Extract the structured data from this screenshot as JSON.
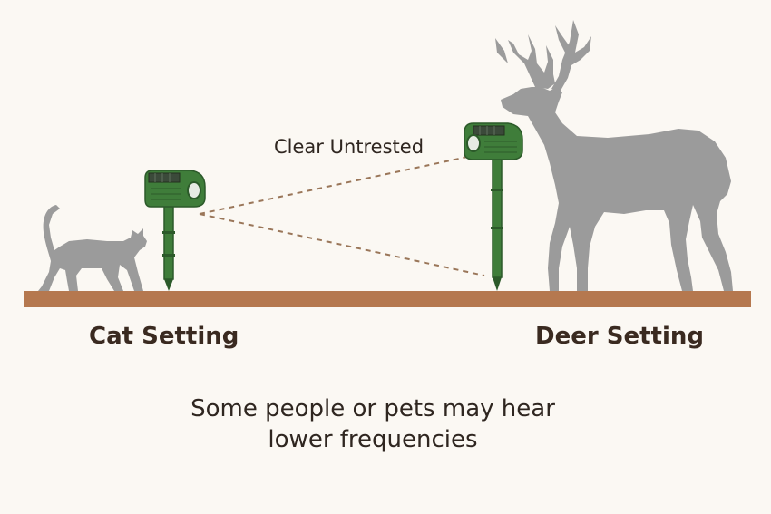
{
  "labels": {
    "beam_label": "Clear Untrested",
    "left_setting": "Cat Setting",
    "right_setting": "Deer Setting"
  },
  "note": {
    "line1": "Some people or pets may hear",
    "line2": "lower frequencies"
  },
  "colors": {
    "background": "#fbf8f3",
    "ground": "#b5784f",
    "silhouette": "#9b9b9b",
    "device_green": "#3f7d3a",
    "device_dark": "#2c5a2a",
    "dashed_line": "#9a7659",
    "text": "#2f2620"
  },
  "icons": [
    "cat-silhouette-icon",
    "deer-silhouette-icon",
    "repeller-device-icon"
  ]
}
